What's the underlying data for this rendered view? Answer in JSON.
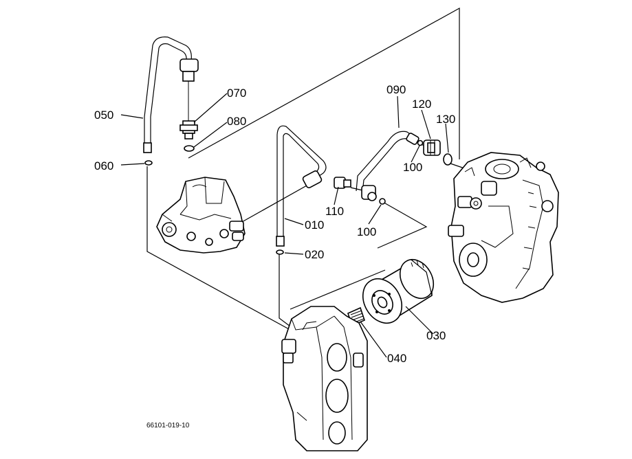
{
  "callouts": {
    "p010": "010",
    "p020": "020",
    "p030": "030",
    "p040": "040",
    "p050": "050",
    "p060": "060",
    "p070": "070",
    "p080": "080",
    "p090": "090",
    "p100a": "100",
    "p100b": "100",
    "p110": "110",
    "p120": "120",
    "p130": "130"
  },
  "figure_code": "66101-019-10"
}
